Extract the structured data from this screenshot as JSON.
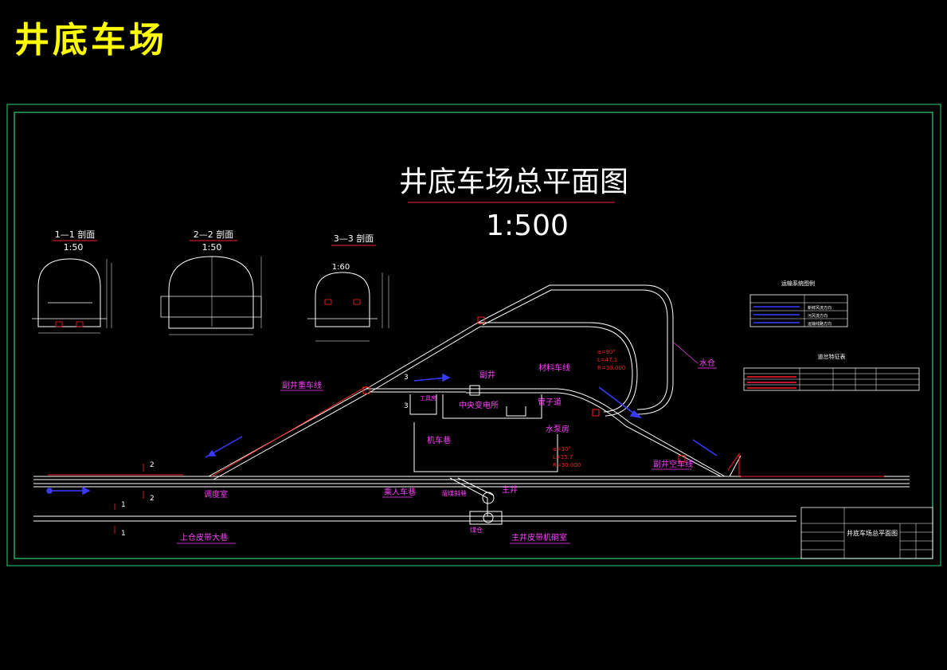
{
  "page_title": "井底车场",
  "drawing": {
    "title": "井底车场总平面图",
    "scale": "1:500"
  },
  "sections": [
    {
      "title": "1—1  剖面",
      "scale": "1:50"
    },
    {
      "title": "2—2  剖面",
      "scale": "1:50"
    },
    {
      "title": "3—3  剖面",
      "scale": "1:60"
    }
  ],
  "labels": {
    "aux_shaft_heavy": "副井重车线",
    "aux_shaft": "副井",
    "material_line": "材料车线",
    "tool_room": "工具房",
    "central_substation": "中央变电所",
    "pipe_shaft": "管子道",
    "pump_room": "水泵房",
    "sump": "水仓",
    "locomotive_lane": "机车巷",
    "aux_shaft_empty": "副井空车线",
    "dispatch_room": "调度室",
    "man_car_lane": "乘人车巷",
    "main_shaft": "主井",
    "belt_lane": "上仓皮带大巷",
    "belt_room": "主井皮带机硐室",
    "coal_bin": "煤仓",
    "inclined_lane": "溜煤斜巷"
  },
  "curve_params": {
    "upper": [
      "α=90°",
      "L=47.1",
      "R=30.000"
    ],
    "lower": [
      "α=30°",
      "L=15.7",
      "R=30.000"
    ]
  },
  "legend": {
    "title": "运输系统图例",
    "rows": [
      {
        "label": "新鲜风流方向",
        "color": "#3a3aff"
      },
      {
        "label": "污风流方向",
        "color": "#3a3aff"
      },
      {
        "label": "运输线路方向",
        "color": "#3a3aff"
      }
    ]
  },
  "feature_table": {
    "title": "道岔特征表"
  },
  "title_block": {
    "drawing_name": "井底车场总平面图"
  },
  "markers": [
    "1",
    "1",
    "2",
    "2",
    "3",
    "3"
  ],
  "colors": {
    "frame": "#2fd27a",
    "line": "#ffffff",
    "accent_red": "#ff2020",
    "label_magenta": "#ff40ff",
    "arrow_blue": "#3a3aff",
    "title_yellow": "#ffff00"
  }
}
